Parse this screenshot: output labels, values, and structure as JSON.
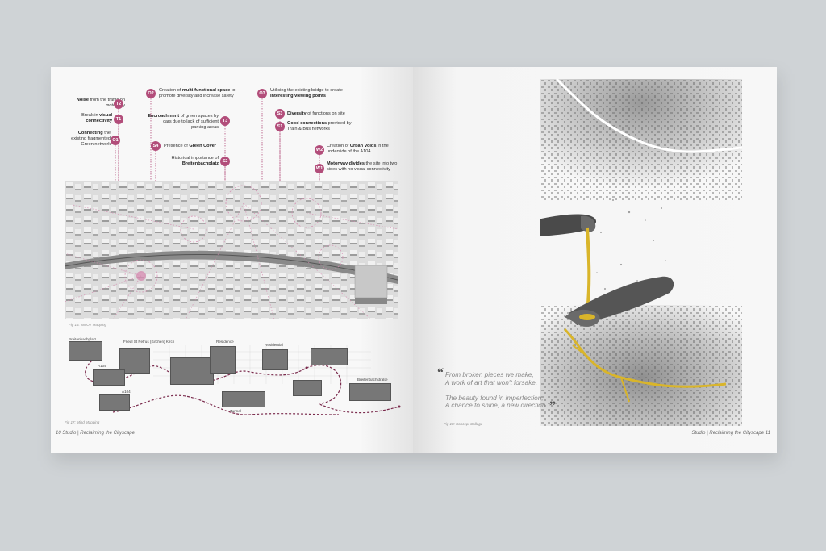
{
  "left_page": {
    "labels": [
      {
        "id": "T2",
        "pre": "",
        "bold": "Noise",
        "post": " from the traffic on motorway"
      },
      {
        "id": "T1",
        "pre": "Break in ",
        "bold": "visual connectivity",
        "post": ""
      },
      {
        "id": "O1",
        "pre": "",
        "bold": "Connecting",
        "post": " the existing fragmented Green network"
      },
      {
        "id": "O2",
        "pre": "Creation of ",
        "bold": "multi-functional space",
        "post": " to promote diversity and increase safety"
      },
      {
        "id": "T3",
        "pre": "",
        "bold": "Encroachment",
        "post": " of green spaces by cars due to lack of sufficient parking areas"
      },
      {
        "id": "S4",
        "pre": "Presence of ",
        "bold": "Green Cover",
        "post": ""
      },
      {
        "id": "S2",
        "pre": "Historical importance of ",
        "bold": "Breitenbachplatz",
        "post": ""
      },
      {
        "id": "O3",
        "pre": "Utilising the existing bridge to create ",
        "bold": "interesting viewing points",
        "post": ""
      },
      {
        "id": "S3",
        "pre": "",
        "bold": "Diversity",
        "post": " of functions on site"
      },
      {
        "id": "S1",
        "pre": "",
        "bold": "Good connections",
        "post": " provided by Train & Bus networks"
      },
      {
        "id": "W2",
        "pre": "Creation of ",
        "bold": "Urban Voids",
        "post": " in the underside of the A104"
      },
      {
        "id": "W1",
        "pre": "",
        "bold": "Motorway divides",
        "post": " the site into two sides with no visual connectivity"
      }
    ],
    "fig16_caption": "Fig 16: SWOT Mapping",
    "fig17_caption": "Fig 17: Mind Mapping",
    "mind_map_labels": {
      "breitenbachplatz": "Breitenbachplatz",
      "church": "Friedl St Petrus (Kirchen) Kirch",
      "residence": "Residence",
      "residential": "Residential",
      "a104_top": "A104",
      "a104_bottom": "A104",
      "tunnel": "Tunnel",
      "breitenbachstr": "Breitenbachstraße"
    },
    "footer_number": "10",
    "footer_title": "Studio | Reclaiming the Cityscape"
  },
  "right_page": {
    "quote_lines": [
      "From broken pieces we make,",
      "A work of art that won't forsake,",
      "",
      "The beauty found in imperfection,",
      "A chance to shine, a new direction."
    ],
    "fig18_caption": "Fig 18: Concept Collage",
    "footer_title": "Studio | Reclaiming the Cityscape",
    "footer_number": "11",
    "accent_color": "#d9b52a"
  },
  "colors": {
    "badge": "#b24d7a",
    "background": "#cfd3d6"
  }
}
